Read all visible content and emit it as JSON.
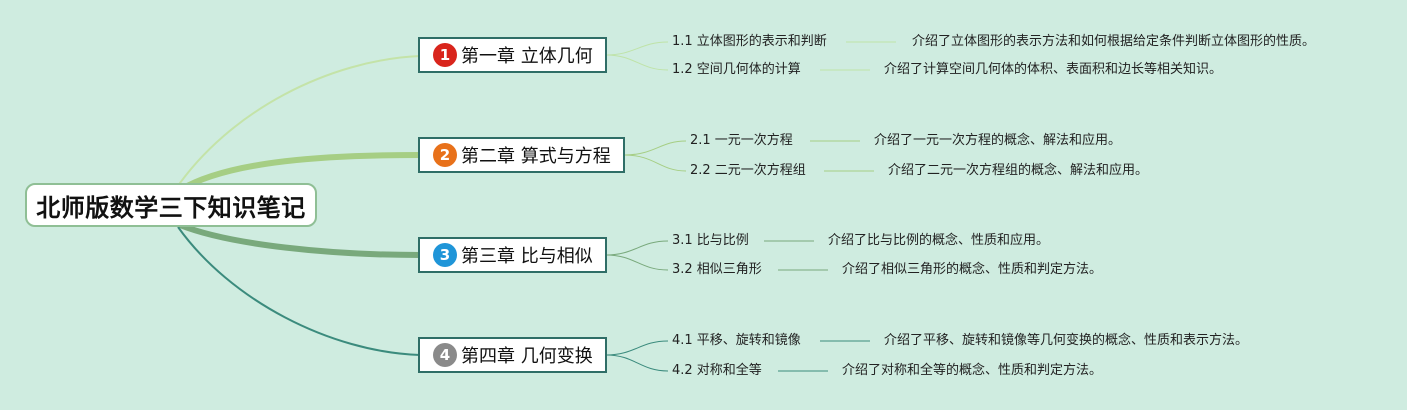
{
  "root": {
    "title": "北师版数学三下知识笔记"
  },
  "chapters": [
    {
      "number": "1",
      "title": "第一章 立体几何",
      "badge_color": "#d9251c",
      "sections": [
        {
          "label": "1.1 立体图形的表示和判断",
          "description": "介绍了立体图形的表示方法和如何根据给定条件判断立体图形的性质。"
        },
        {
          "label": "1.2 空间几何体的计算",
          "description": "介绍了计算空间几何体的体积、表面积和边长等相关知识。"
        }
      ]
    },
    {
      "number": "2",
      "title": "第二章 算式与方程",
      "badge_color": "#e8711a",
      "sections": [
        {
          "label": "2.1 一元一次方程",
          "description": "介绍了一元一次方程的概念、解法和应用。"
        },
        {
          "label": "2.2 二元一次方程组",
          "description": "介绍了二元一次方程组的概念、解法和应用。"
        }
      ]
    },
    {
      "number": "3",
      "title": "第三章 比与相似",
      "badge_color": "#1f95d8",
      "sections": [
        {
          "label": "3.1 比与比例",
          "description": "介绍了比与比例的概念、性质和应用。"
        },
        {
          "label": "3.2 相似三角形",
          "description": "介绍了相似三角形的概念、性质和判定方法。"
        }
      ]
    },
    {
      "number": "4",
      "title": "第四章 几何变换",
      "badge_color": "#8a8a8a",
      "sections": [
        {
          "label": "4.1 平移、旋转和镜像",
          "description": "介绍了平移、旋转和镜像等几何变换的概念、性质和表示方法。"
        },
        {
          "label": "4.2 对称和全等",
          "description": "介绍了对称和全等的概念、性质和判定方法。"
        }
      ]
    }
  ]
}
